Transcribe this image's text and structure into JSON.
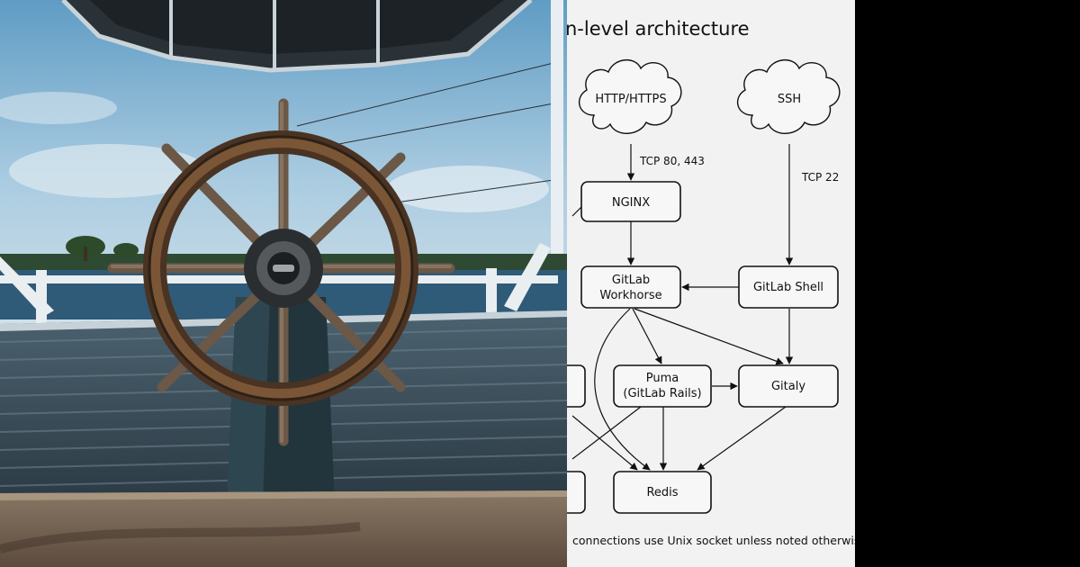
{
  "diagram": {
    "title": "n-level architecture",
    "footer": "connections use Unix socket unless noted otherwise.",
    "clouds": [
      {
        "id": "http",
        "label": "HTTP/HTTPS"
      },
      {
        "id": "ssh",
        "label": "SSH"
      }
    ],
    "nodes": [
      {
        "id": "nginx",
        "lines": [
          "NGINX"
        ]
      },
      {
        "id": "workhorse",
        "lines": [
          "GitLab",
          "Workhorse"
        ]
      },
      {
        "id": "shell",
        "lines": [
          "GitLab Shell"
        ]
      },
      {
        "id": "puma",
        "lines": [
          "Puma",
          "(GitLab Rails)"
        ]
      },
      {
        "id": "gitaly",
        "lines": [
          "Gitaly"
        ]
      },
      {
        "id": "redis",
        "lines": [
          "Redis"
        ]
      }
    ],
    "edge_labels": {
      "http_to_nginx": "TCP 80, 443",
      "ssh_to_shell": "TCP 22"
    }
  }
}
